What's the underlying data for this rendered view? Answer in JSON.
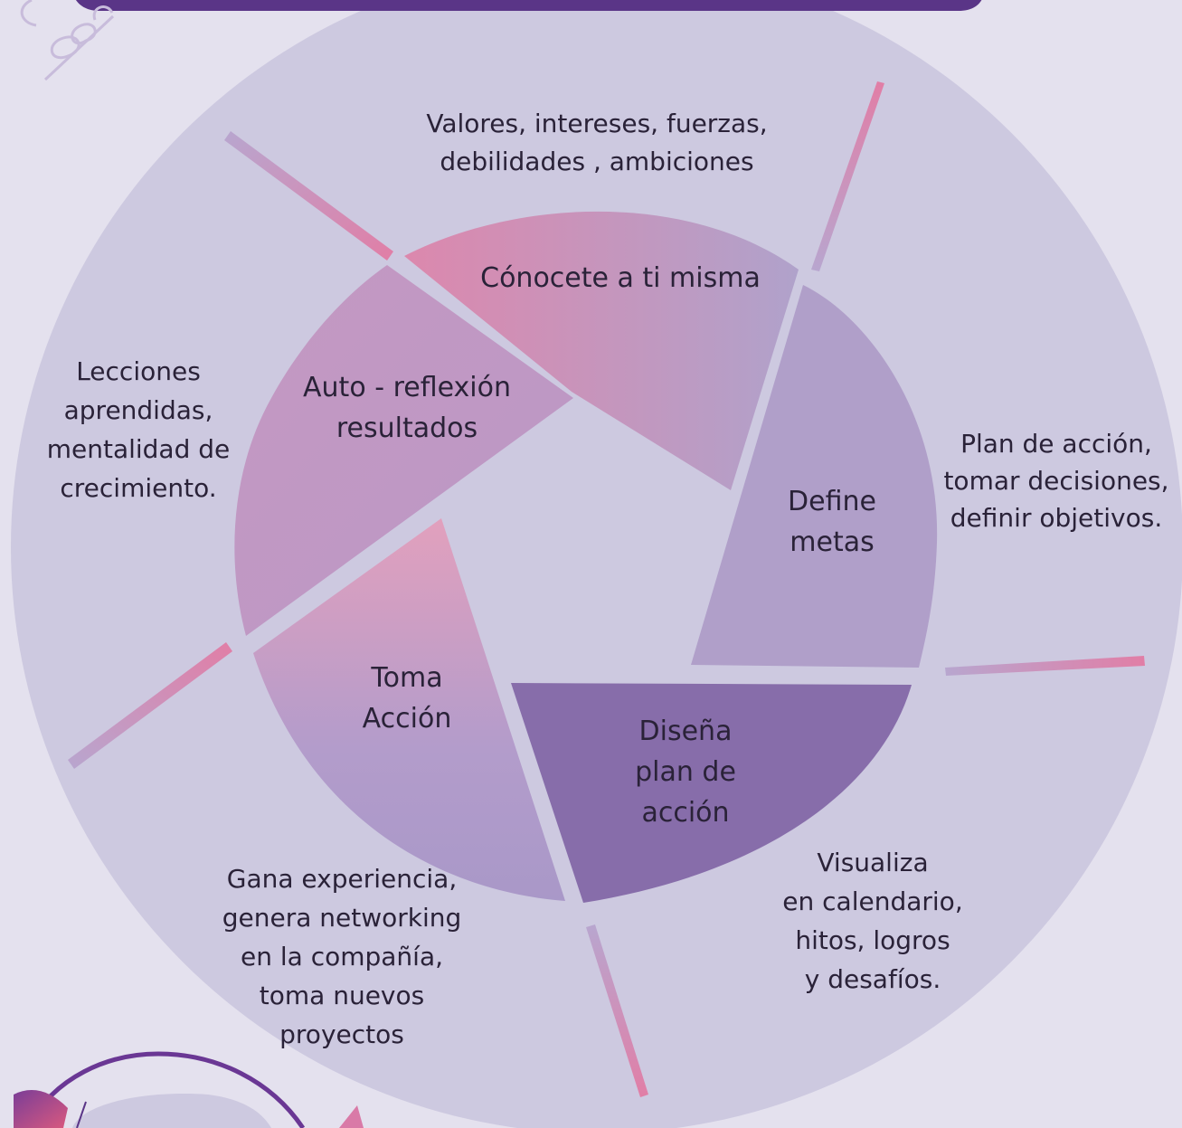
{
  "cycle": {
    "segments": [
      {
        "id": "conocete",
        "lines": [
          "Cónocete a ti misma"
        ]
      },
      {
        "id": "define",
        "lines": [
          "Define",
          "metas"
        ]
      },
      {
        "id": "disena",
        "lines": [
          "Diseña",
          "plan de",
          "acción"
        ]
      },
      {
        "id": "toma",
        "lines": [
          "Toma",
          "Acción"
        ]
      },
      {
        "id": "auto",
        "lines": [
          "Auto - reflexión",
          "resultados"
        ]
      }
    ],
    "details": [
      {
        "id": "conocete",
        "lines": [
          "Valores, intereses, fuerzas,",
          "debilidades , ambiciones"
        ]
      },
      {
        "id": "define",
        "lines": [
          "Plan de acción,",
          "tomar decisiones,",
          "definir objetivos."
        ]
      },
      {
        "id": "disena",
        "lines": [
          "Visualiza",
          "en calendario,",
          "hitos, logros",
          "y desafíos."
        ]
      },
      {
        "id": "toma",
        "lines": [
          "Gana experiencia,",
          "genera networking",
          "en la compañía,",
          "toma nuevos",
          "proyectos"
        ]
      },
      {
        "id": "auto",
        "lines": [
          "Lecciones",
          "aprendidas,",
          "mentalidad de",
          "crecimiento."
        ]
      }
    ]
  },
  "colors": {
    "background": "#e4e1ee",
    "outer_circle": "#cdc9e0",
    "header_bar": "#5a3587",
    "segment_conocete": [
      "#dc88ad",
      "#b0a2cb"
    ],
    "segment_define": "#b09fc9",
    "segment_disena": "#876daa",
    "segment_toma": [
      "#e2a0bd",
      "#a998c8"
    ],
    "segment_auto": "#bf97c2",
    "divider": [
      "#b8a6cf",
      "#e17ea6"
    ]
  }
}
